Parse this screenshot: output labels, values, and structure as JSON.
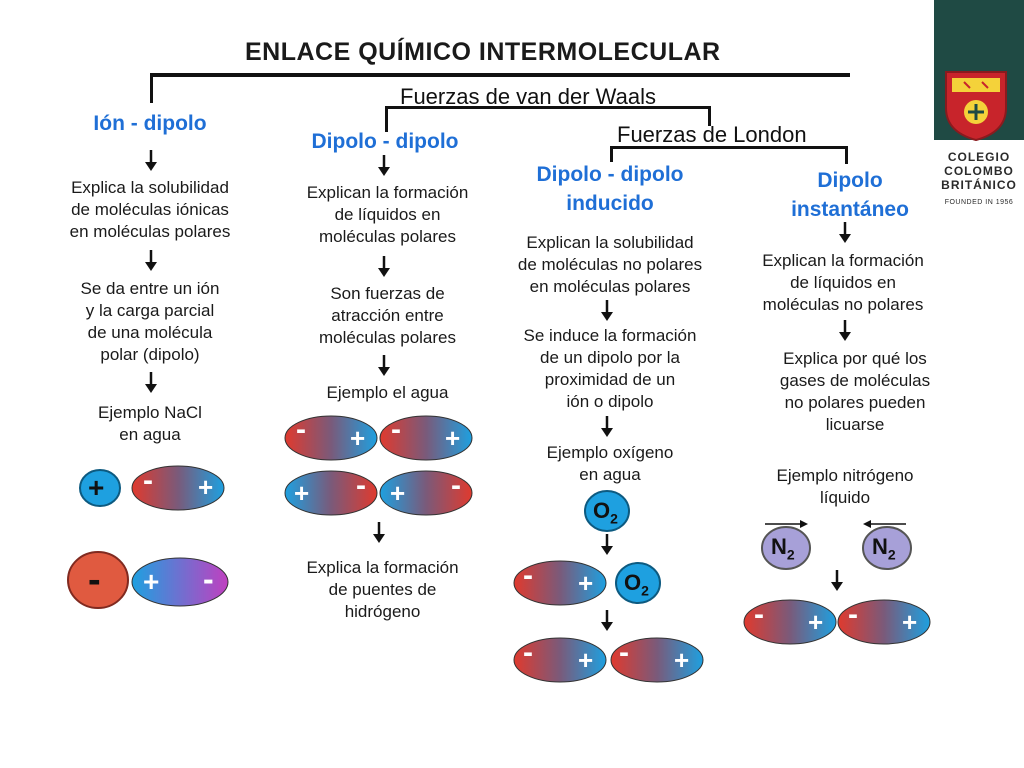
{
  "title": "ENLACE QUÍMICO  INTERMOLECULAR",
  "headers": {
    "van_der_waals": "Fuerzas de van der Waals",
    "london": "Fuerzas de London"
  },
  "columns": {
    "ion_dipolo": {
      "heading": "Ión - dipolo",
      "text1": [
        "Explica la solubilidad",
        "de moléculas iónicas",
        "en moléculas polares"
      ],
      "text2": [
        "Se da entre un ión",
        "y la carga parcial",
        "de una molécula",
        "polar (dipolo)"
      ],
      "text3": [
        "Ejemplo NaCl",
        "en agua"
      ]
    },
    "dipolo_dipolo": {
      "heading": "Dipolo - dipolo",
      "text1": [
        "Explican la formación",
        "de líquidos en",
        "moléculas polares"
      ],
      "text2": [
        "Son fuerzas de",
        "atracción entre",
        "moléculas polares"
      ],
      "text3": "Ejemplo el agua",
      "text4": [
        "Explica la formación",
        "de puentes de",
        "hidrógeno"
      ]
    },
    "dipolo_inducido": {
      "heading": [
        "Dipolo - dipolo",
        "inducido"
      ],
      "text1": [
        "Explican la solubilidad",
        "de moléculas  no polares",
        "en moléculas polares"
      ],
      "text2": [
        "Se induce la formación",
        "de un dipolo por la",
        "proximidad de un",
        "ión o dipolo"
      ],
      "text3": [
        "Ejemplo oxígeno",
        "en  agua"
      ],
      "o2": "O",
      "o2_sub": "2"
    },
    "dipolo_instantaneo": {
      "heading": [
        "Dipolo",
        "instantáneo"
      ],
      "text1": [
        "Explican la formación",
        "de líquidos en",
        "moléculas no polares"
      ],
      "text2": [
        "Explica por qué los",
        "gases de moléculas",
        "no polares pueden",
        "licuarse"
      ],
      "text3": [
        "Ejemplo nitrógeno",
        "líquido"
      ],
      "n2": "N",
      "n2_sub": "2"
    }
  },
  "symbols": {
    "plus": "+",
    "minus": "-"
  },
  "logo": {
    "line1": "COLEGIO",
    "line2": "COLOMBO",
    "line3": "BRITÁNICO",
    "founded": "FOUNDED IN 1956"
  },
  "colors": {
    "heading_blue": "#1f6fd6",
    "stripe_green": "#1f4a44",
    "crest_red": "#c8242b"
  }
}
